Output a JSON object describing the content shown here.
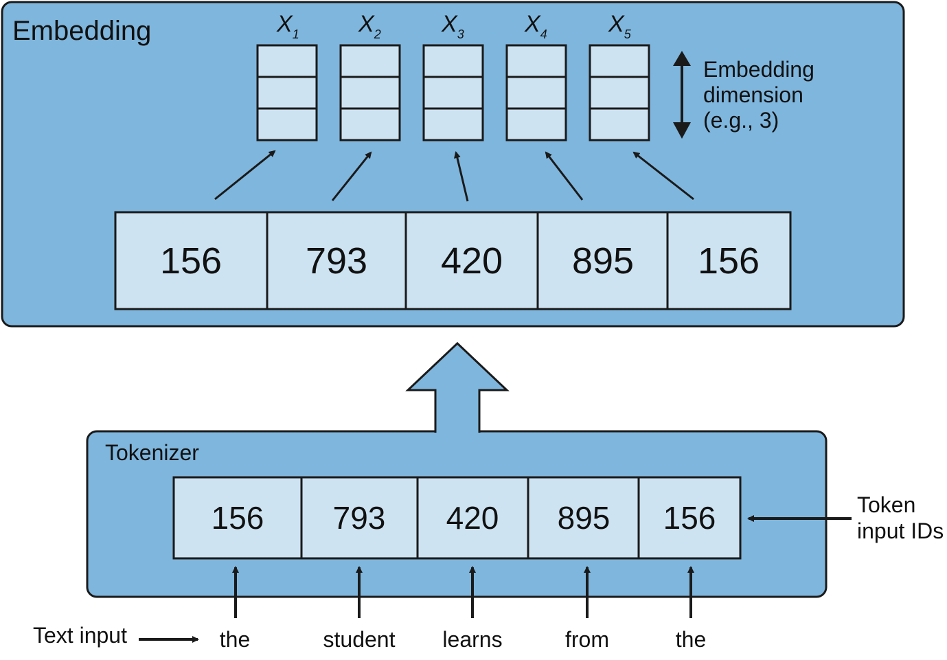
{
  "embedding": {
    "title": "Embedding",
    "vectors": [
      {
        "name": "X",
        "sub": "1"
      },
      {
        "name": "X",
        "sub": "2"
      },
      {
        "name": "X",
        "sub": "3"
      },
      {
        "name": "X",
        "sub": "4"
      },
      {
        "name": "X",
        "sub": "5"
      }
    ],
    "dimension_label": [
      "Embedding",
      "dimension",
      "(e.g., 3)"
    ],
    "ids": [
      "156",
      "793",
      "420",
      "895",
      "156"
    ]
  },
  "tokenizer": {
    "title": "Tokenizer",
    "ids": [
      "156",
      "793",
      "420",
      "895",
      "156"
    ],
    "token_ids_label": [
      "Token",
      "input IDs"
    ]
  },
  "text_input": {
    "label": "Text input",
    "words": [
      "the",
      "student",
      "learns",
      "from",
      "the"
    ]
  },
  "colors": {
    "panel": "#7fb6dd",
    "cell": "#cde3f2",
    "stroke": "#1a1a1a"
  }
}
